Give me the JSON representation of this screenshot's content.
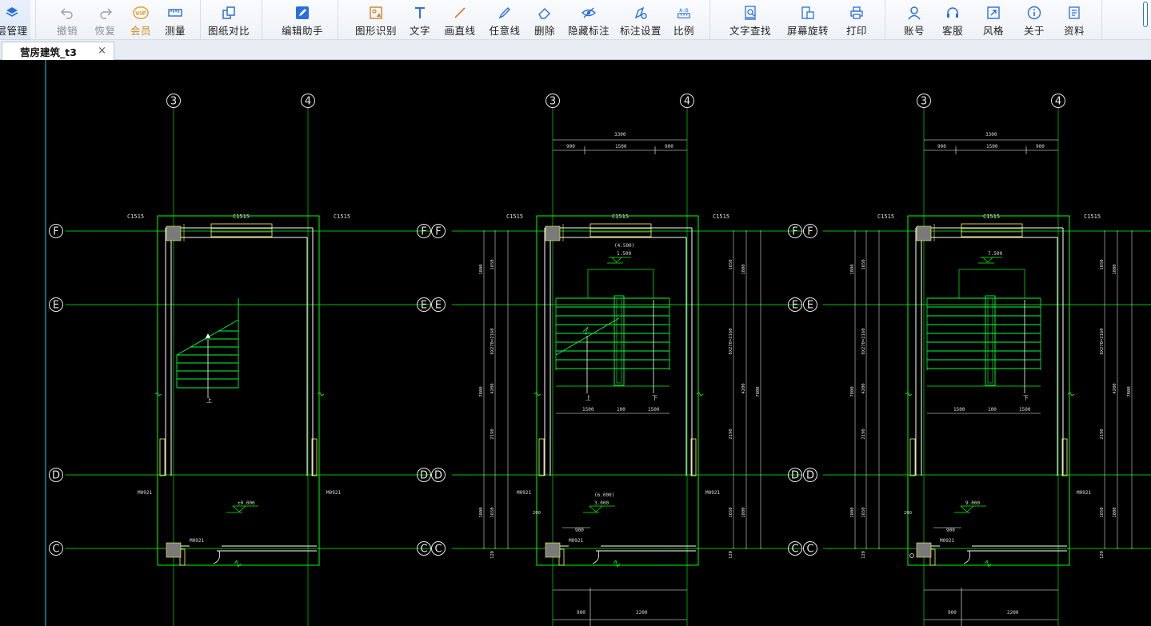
{
  "toolbar": {
    "groups": [
      [
        {
          "label": "层管理",
          "icon": "layers-icon",
          "disabled": false
        }
      ],
      [
        {
          "label": "撤销",
          "icon": "undo-icon",
          "disabled": true
        },
        {
          "label": "恢复",
          "icon": "redo-icon",
          "disabled": true
        },
        {
          "label": "会员",
          "icon": "vip-icon",
          "vip": true
        },
        {
          "label": "测量",
          "icon": "ruler-icon"
        }
      ],
      [
        {
          "label": "图纸对比",
          "icon": "compare-icon"
        }
      ],
      [
        {
          "label": "编辑助手",
          "icon": "edit-helper-icon"
        }
      ],
      [
        {
          "label": "图形识别",
          "icon": "shape-recognize-icon"
        },
        {
          "label": "文字",
          "icon": "text-icon"
        },
        {
          "label": "画直线",
          "icon": "line-icon"
        },
        {
          "label": "任意线",
          "icon": "freehand-icon"
        },
        {
          "label": "删除",
          "icon": "eraser-icon"
        },
        {
          "label": "隐藏标注",
          "icon": "hide-annotation-icon"
        },
        {
          "label": "标注设置",
          "icon": "annotation-settings-icon"
        },
        {
          "label": "比例",
          "icon": "scale-icon"
        }
      ],
      [
        {
          "label": "文字查找",
          "icon": "text-search-icon"
        },
        {
          "label": "屏幕旋转",
          "icon": "rotate-screen-icon"
        },
        {
          "label": "打印",
          "icon": "print-icon"
        }
      ],
      [
        {
          "label": "账号",
          "icon": "account-icon"
        },
        {
          "label": "客服",
          "icon": "headset-icon"
        },
        {
          "label": "风格",
          "icon": "style-icon"
        },
        {
          "label": "关于",
          "icon": "info-icon"
        },
        {
          "label": "资料",
          "icon": "docs-icon"
        }
      ]
    ],
    "icon_color": "#2a6fdb",
    "vip_color": "#e0a030"
  },
  "tabs": [
    {
      "label": "营房建筑_t3",
      "close": "×",
      "active": true
    }
  ],
  "drawing": {
    "axes_numbers": [
      "3",
      "4"
    ],
    "axes_letters": [
      "F",
      "E",
      "D",
      "C"
    ],
    "plans": [
      {
        "window_top": "C1515",
        "window_left": "C1515",
        "window_right": "C1515",
        "stair_text_up": "上",
        "elevation_main": "±0.000",
        "door_left": "M0921",
        "door_right": "M0921",
        "door_bottom": "M0921"
      },
      {
        "dim_total": "3300",
        "dim_top": [
          "900",
          "1500",
          "900"
        ],
        "window_top": "C1515",
        "window_left": "C1515",
        "window_right": "C1515",
        "elevation_upper_paren": "(4.500)",
        "elevation_upper": "1.500",
        "stair_text_up": "上",
        "stair_text_down": "下",
        "dim_mid": [
          "1500",
          "100",
          "1500"
        ],
        "elevation_main_paren": "(6.000)",
        "elevation_main": "3.000",
        "door_left": "M0921",
        "door_right": "M0921",
        "door_bottom": "M0921",
        "dim_bottom_door": "900",
        "dim_bottom": [
          "900",
          "2200"
        ],
        "left_dims": [
          "1800",
          "1650",
          "8X270=2160",
          "4200",
          "7800",
          "2190",
          "1650",
          "1800",
          "120",
          "200"
        ],
        "right_dims": [
          "1650",
          "1800",
          "8X270=2160",
          "4200",
          "7800",
          "2190",
          "1650",
          "1800",
          "120"
        ]
      },
      {
        "dim_total": "3300",
        "dim_top": [
          "900",
          "1500",
          "900"
        ],
        "window_top": "C1515",
        "window_left": "C1515",
        "window_right": "C1515",
        "elevation_upper": "7.500",
        "stair_text_down": "下",
        "dim_mid": [
          "1500",
          "100",
          "1500"
        ],
        "elevation_main": "9.000",
        "door_right": "M0921",
        "door_bottom": "M0921",
        "dim_bottom_door": "900",
        "dim_bottom": [
          "900",
          "2200"
        ],
        "left_dims": [
          "1800",
          "1650",
          "8X270=2160",
          "4200",
          "7800",
          "2190",
          "1650",
          "1800",
          "120",
          "200"
        ],
        "right_dims": [
          "1650",
          "1800",
          "8X270=2160",
          "4200",
          "7800",
          "2190",
          "1650",
          "1800",
          "120"
        ]
      }
    ],
    "colors": {
      "background": "#000000",
      "grid": "#00ff00",
      "walls": "#ffffff",
      "column": "#7a7a7a",
      "window": "#ffff66",
      "stairs": "#00ff3c",
      "axis_circle": "#e8e8e8",
      "dimension": "#ffffff"
    }
  }
}
